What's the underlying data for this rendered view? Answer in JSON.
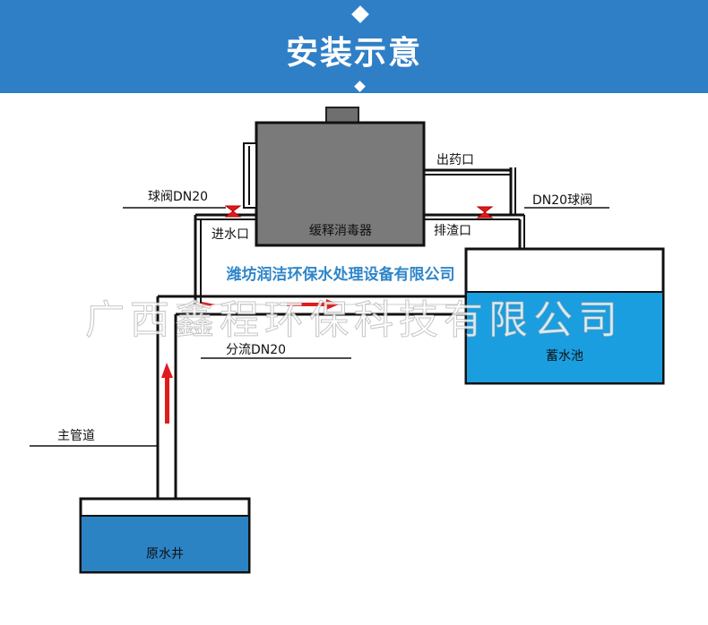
{
  "banner": {
    "title": "安装示意"
  },
  "labels": {
    "disinfector": "缓释消毒器",
    "outlet": "出药口",
    "inlet": "进水口",
    "drain": "排渣口",
    "valve_left": "球阀DN20",
    "valve_right": "DN20球阀",
    "branch": "分流DN20",
    "main_pipe": "主管道",
    "tank": "蓄水池",
    "well": "原水井"
  },
  "company": "潍坊润洁环保水处理设备有限公司",
  "watermark": "广西鑫程环保科技有限公司",
  "colors": {
    "banner": "#2f7fc6",
    "water": "#1a9ee0",
    "well_water": "#2b83c4",
    "arrow": "#e01b1b",
    "disinfector": "#777777"
  }
}
